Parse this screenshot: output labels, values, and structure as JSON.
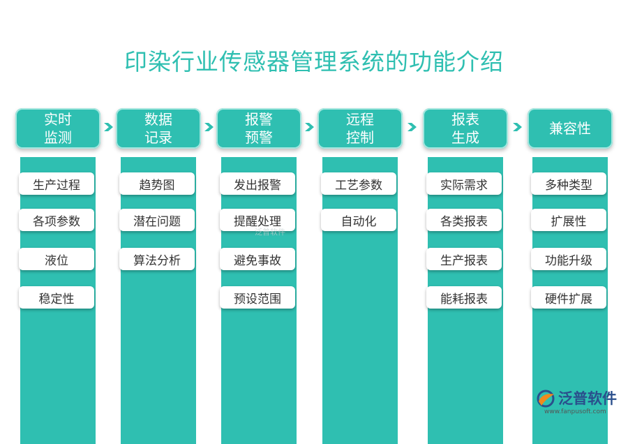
{
  "title": "印染行业传感器管理系统的功能介绍",
  "columns": [
    {
      "heading": "实时\n监测",
      "items": [
        "生产过程",
        "各项参数",
        "液位",
        "稳定性"
      ]
    },
    {
      "heading": "数据\n记录",
      "items": [
        "趋势图",
        "潜在问题",
        "算法分析"
      ]
    },
    {
      "heading": "报警\n预警",
      "items": [
        "发出报警",
        "提醒处理",
        "避免事故",
        "预设范围"
      ]
    },
    {
      "heading": "远程\n控制",
      "items": [
        "工艺参数",
        "自动化"
      ]
    },
    {
      "heading": "报表\n生成",
      "items": [
        "实际需求",
        "各类报表",
        "生产报表",
        "能耗报表"
      ]
    },
    {
      "heading": "兼容性",
      "items": [
        "多种类型",
        "扩展性",
        "功能升级",
        "硬件扩展"
      ]
    }
  ],
  "logo": {
    "name": "泛普软件",
    "url": "www.fanpusoft.com"
  },
  "watermark": "泛普软件",
  "colors": {
    "accent": "#2fbfb1",
    "logo_blue": "#2a4f8c",
    "logo_orange": "#f08a1c"
  }
}
